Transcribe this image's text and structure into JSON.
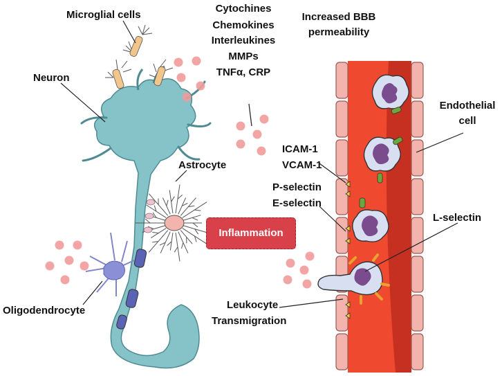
{
  "labels": {
    "microglial": "Microglial cells",
    "neuron": "Neuron",
    "cyto1": "Cytochines",
    "cyto2": "Chemokines",
    "cyto3": "Interleukines",
    "cyto4": "MMPs",
    "cyto5": "TNFα, CRP",
    "bbb1": "Increased BBB",
    "bbb2": "permeability",
    "endo1": "Endothelial",
    "endo2": "cell",
    "icam": "ICAM-1",
    "vcam": "VCAM-1",
    "psel": "P-selectin",
    "esel": "E-selectin",
    "lsel": "L-selectin",
    "astro": "Astrocyte",
    "inflammation": "Inflammation",
    "oligo": "Oligodendrocyte",
    "leuko1": "Leukocyte",
    "leuko2": "Transmigration"
  },
  "colors": {
    "vessel": "#ef4a30",
    "vessel_dark": "#b8281c",
    "endothelium": "#f2b4ad",
    "neuron": "#86c3c9",
    "myelin": "#5b63b4",
    "leukocyte": "#d7dff0",
    "nucleus": "#7a4c8e",
    "molecule": "#ef9b9b",
    "inflammation": "#d9414a"
  }
}
